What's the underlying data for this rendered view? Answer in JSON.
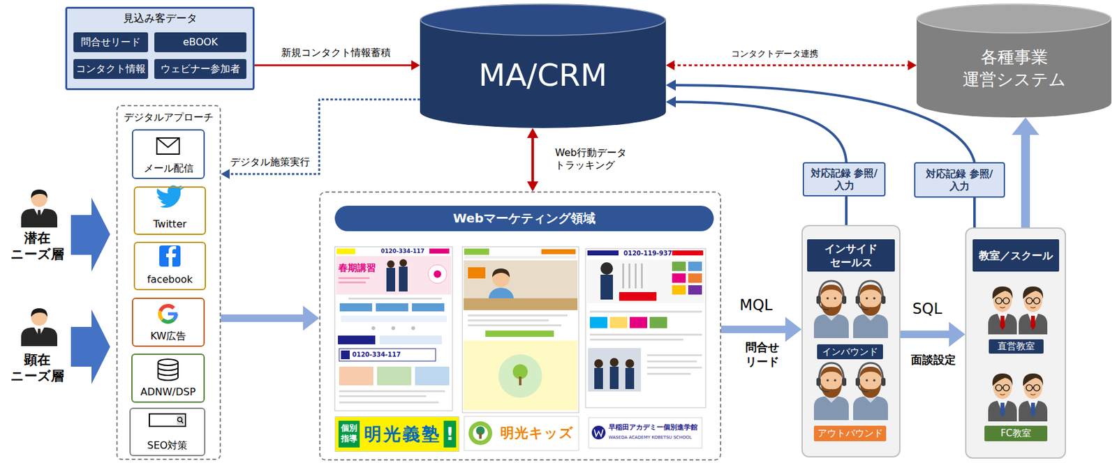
{
  "diagram": {
    "nodes": [
      {
        "text": [
          "見込み客データ"
        ]
      },
      {
        "text": [
          "問合せリード"
        ],
        "in": 0
      },
      {
        "text": [
          "eBOOK"
        ],
        "in": 0
      },
      {
        "text": [
          "コンタクト情報"
        ],
        "in": 0
      },
      {
        "text": [
          "ウェビナー参加者"
        ],
        "in": 0
      },
      {
        "text": [
          "MA/CRM"
        ]
      },
      {
        "text": [
          "各種事業 運営システム"
        ]
      },
      {
        "text": [
          "デジタルアプローチ"
        ]
      },
      {
        "text": [
          "メール配信"
        ],
        "in": 7
      },
      {
        "text": [
          "Twitter"
        ],
        "in": 7
      },
      {
        "text": [
          "facebook"
        ],
        "in": 7
      },
      {
        "text": [
          "KW広告"
        ],
        "in": 7
      },
      {
        "text": [
          "ADNW/DSP"
        ],
        "in": 7
      },
      {
        "text": [
          "SEO対策"
        ],
        "in": 7
      },
      {
        "text": [
          "Webマーケティング領域"
        ]
      },
      {
        "text": [
          "個別指導",
          "明光義塾",
          "!"
        ],
        "in": 14
      },
      {
        "text": [
          "明光キッズ"
        ],
        "in": 14
      },
      {
        "text": [
          "早稲田アカデミー個別進学館",
          "WASEDA ACADEMY KOBETSU SCHOOL"
        ],
        "in": 14
      },
      {
        "text": [
          "インサイド セールス"
        ]
      },
      {
        "text": [
          "インバウンド"
        ],
        "in": 18
      },
      {
        "text": [
          "アウトバウンド"
        ],
        "in": 18
      },
      {
        "text": [
          "教室／スクール"
        ]
      },
      {
        "text": [
          "直営教室"
        ],
        "in": 21
      },
      {
        "text": [
          "FC教室"
        ],
        "in": 21
      },
      {
        "text": [
          "対応記録 参照/入力"
        ]
      },
      {
        "text": [
          "対応記録 参照/入力"
        ]
      }
    ],
    "edges": [
      {
        "from": 0,
        "to": 5,
        "arrow": "to",
        "label": "新規コンタクト情報蓄積"
      },
      {
        "from": 5,
        "to": 6,
        "arrow": "both",
        "label": "コンタクトデータ連携"
      },
      {
        "from": 5,
        "to": 7,
        "arrow": "to",
        "label": "デジタル施策実行"
      },
      {
        "from": 5,
        "to": 14,
        "arrow": "both",
        "label": "Web行動データ トラッキング"
      },
      {
        "from": 7,
        "to": 14,
        "arrow": "to"
      },
      {
        "from": 14,
        "to": 18,
        "arrow": "to",
        "label": "MQL"
      },
      {
        "from": 18,
        "to": 21,
        "arrow": "to",
        "label": "SQL"
      },
      {
        "from": 21,
        "to": 6,
        "arrow": "to"
      },
      {
        "from": 18,
        "to": 24,
        "arrow": "none"
      },
      {
        "from": 24,
        "to": 5,
        "arrow": "to"
      },
      {
        "from": 21,
        "to": 25,
        "arrow": "none"
      },
      {
        "from": 25,
        "to": 5,
        "arrow": "to"
      }
    ],
    "labels": [
      "潜在 ニーズ層",
      "顕在 ニーズ層",
      "問合せ リード",
      "面談設定",
      "0120-334-117",
      "春期講習",
      "0120-334-117",
      "0120-119-937"
    ]
  }
}
